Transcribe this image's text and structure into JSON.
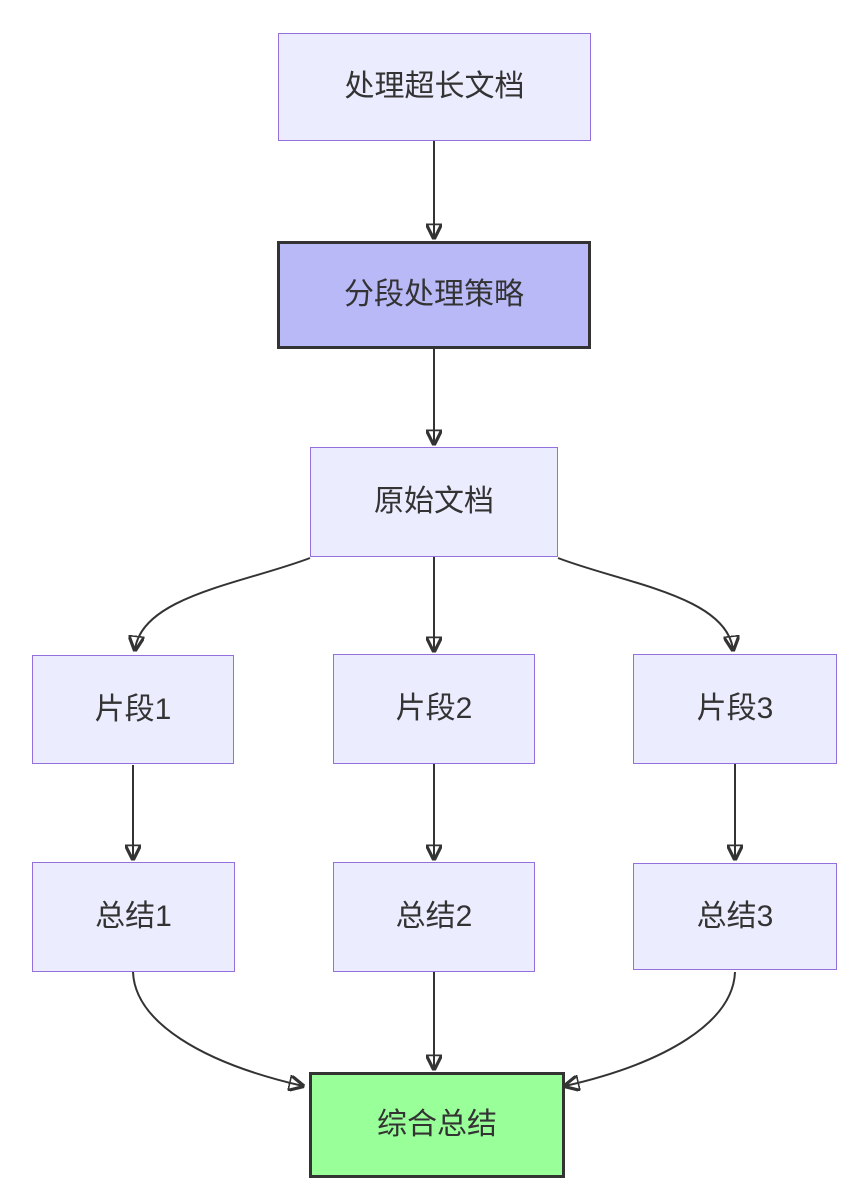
{
  "diagram": {
    "type": "flowchart",
    "direction": "top-down",
    "background": "#ffffff",
    "colors": {
      "background": "#ffffff",
      "node_fill": "#ECECFF",
      "node_border": "#9370DB",
      "highlight_fill": "#B9B9F8",
      "highlight_border": "#333333",
      "success_fill": "#99FF99",
      "success_border": "#333333",
      "edge_color": "#333333",
      "text_color": "#333333"
    },
    "nodes": [
      {
        "id": "A",
        "label": "处理超长文档",
        "type": "default"
      },
      {
        "id": "B",
        "label": "分段处理策略",
        "type": "highlight"
      },
      {
        "id": "C",
        "label": "原始文档",
        "type": "default"
      },
      {
        "id": "D1",
        "label": "片段1",
        "type": "default"
      },
      {
        "id": "D2",
        "label": "片段2",
        "type": "default"
      },
      {
        "id": "D3",
        "label": "片段3",
        "type": "default"
      },
      {
        "id": "E1",
        "label": "总结1",
        "type": "default"
      },
      {
        "id": "E2",
        "label": "总结2",
        "type": "default"
      },
      {
        "id": "E3",
        "label": "总结3",
        "type": "default"
      },
      {
        "id": "F",
        "label": "综合总结",
        "type": "success"
      }
    ],
    "edges": [
      {
        "from": "A",
        "to": "B"
      },
      {
        "from": "B",
        "to": "C"
      },
      {
        "from": "C",
        "to": "D1"
      },
      {
        "from": "C",
        "to": "D2"
      },
      {
        "from": "C",
        "to": "D3"
      },
      {
        "from": "D1",
        "to": "E1"
      },
      {
        "from": "D2",
        "to": "E2"
      },
      {
        "from": "D3",
        "to": "E3"
      },
      {
        "from": "E1",
        "to": "F"
      },
      {
        "from": "E2",
        "to": "F"
      },
      {
        "from": "E3",
        "to": "F"
      }
    ]
  }
}
